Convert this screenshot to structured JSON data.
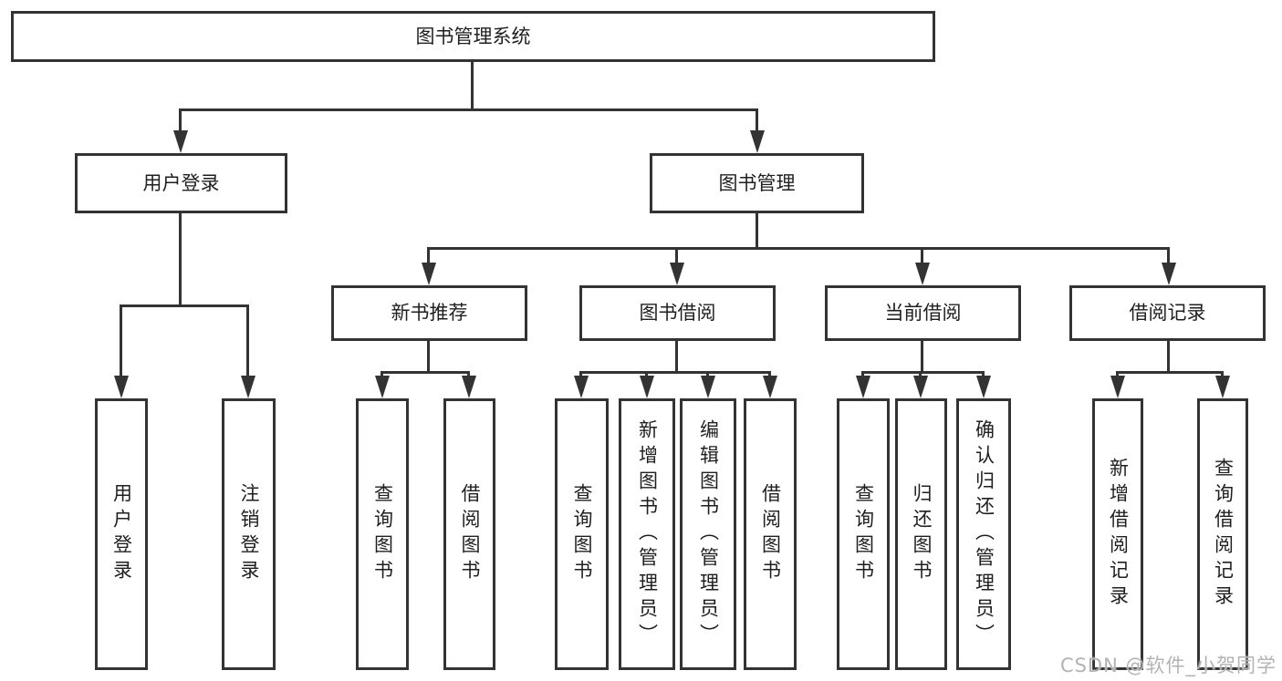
{
  "diagram_title": "图书管理系统",
  "tree": {
    "label": "图书管理系统",
    "children": [
      {
        "label": "用户登录",
        "children": [
          {
            "label": "用户登录"
          },
          {
            "label": "注销登录"
          }
        ]
      },
      {
        "label": "图书管理",
        "children": [
          {
            "label": "新书推荐",
            "children": [
              {
                "label": "查询图书"
              },
              {
                "label": "借阅图书"
              }
            ]
          },
          {
            "label": "图书借阅",
            "children": [
              {
                "label": "查询图书"
              },
              {
                "label": "新增图书（管理员）"
              },
              {
                "label": "编辑图书（管理员）"
              },
              {
                "label": "借阅图书"
              }
            ]
          },
          {
            "label": "当前借阅",
            "children": [
              {
                "label": "查询图书"
              },
              {
                "label": "归还图书"
              },
              {
                "label": "确认归还（管理员）"
              }
            ]
          },
          {
            "label": "借阅记录",
            "children": [
              {
                "label": "新增借阅记录"
              },
              {
                "label": "查询借阅记录"
              }
            ]
          }
        ]
      }
    ]
  },
  "watermark": {
    "text": "CSDN @软件_小贺同学"
  },
  "colors": {
    "line": "#333333",
    "text": "#1f1f1f",
    "watermark": "#b3b3b3",
    "background": "#ffffff"
  }
}
